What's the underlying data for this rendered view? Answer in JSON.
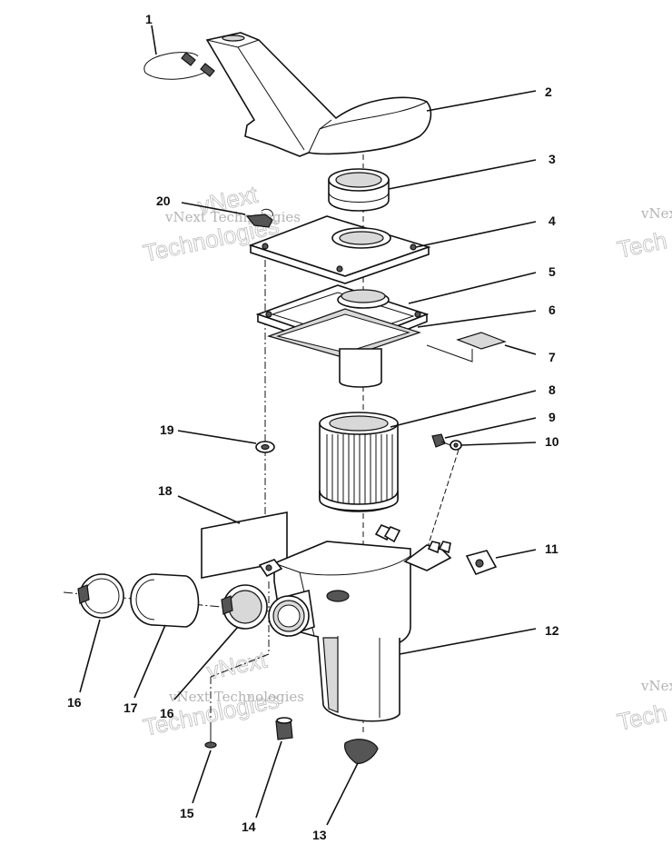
{
  "callouts": {
    "c1": "1",
    "c2": "2",
    "c3": "3",
    "c4": "4",
    "c5": "5",
    "c6": "6",
    "c7": "7",
    "c8": "8",
    "c9": "9",
    "c10": "10",
    "c11": "11",
    "c12": "12",
    "c13": "13",
    "c14": "14",
    "c15": "15",
    "c16a": "16",
    "c16b": "16",
    "c17": "17",
    "c18": "18",
    "c19": "19",
    "c20": "20"
  },
  "watermark": {
    "line1": "vNext Technologies",
    "line2": "Technologies",
    "line3": "vNext",
    "edge_line1": "vNex",
    "edge_line2": "Tech"
  },
  "colors": {
    "ink": "#111111",
    "fill": "#ffffff",
    "shade": "#d8d8d8",
    "watermark": "#9a9a9a"
  }
}
